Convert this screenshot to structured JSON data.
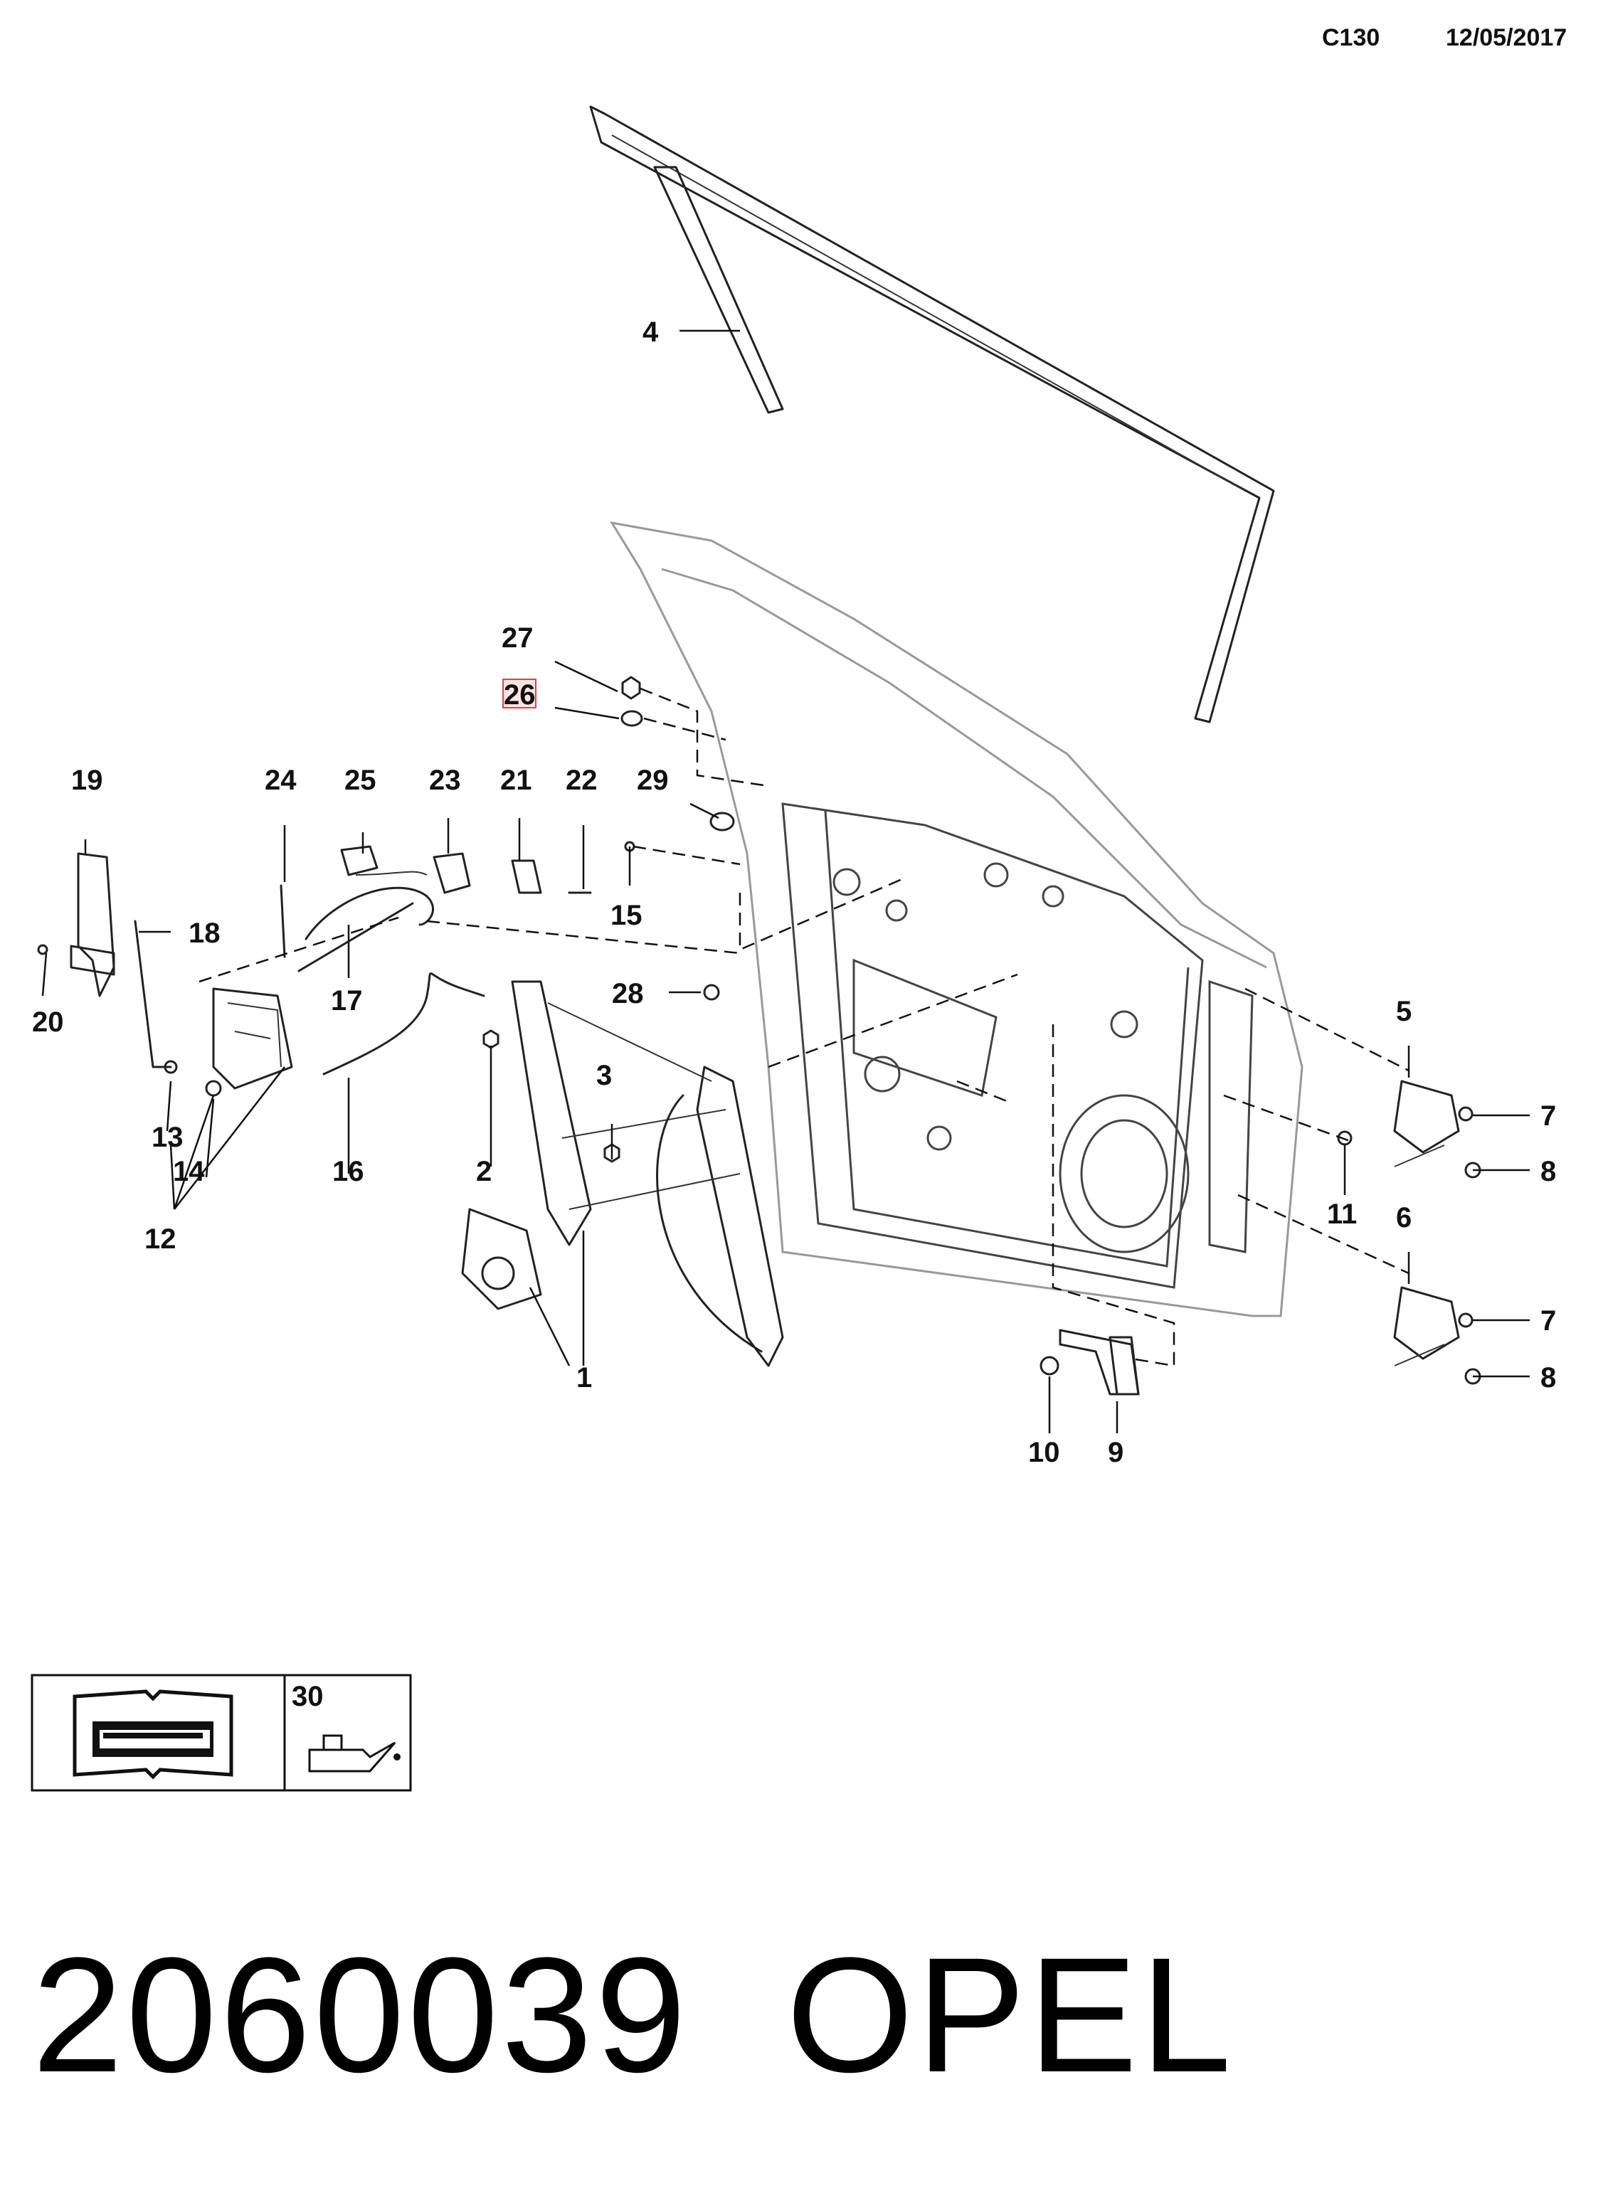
{
  "header": {
    "code": "C130",
    "date": "12/05/2017"
  },
  "callouts": {
    "p1": "1",
    "p2": "2",
    "p3": "3",
    "p4": "4",
    "p5": "5",
    "p6": "6",
    "p7a": "7",
    "p7b": "7",
    "p8a": "8",
    "p8b": "8",
    "p9": "9",
    "p10": "10",
    "p11": "11",
    "p12": "12",
    "p13": "13",
    "p14": "14",
    "p15": "15",
    "p16": "16",
    "p17": "17",
    "p18": "18",
    "p19": "19",
    "p20": "20",
    "p21": "21",
    "p22": "22",
    "p23": "23",
    "p24": "24",
    "p25": "25",
    "p26": "26",
    "p27": "27",
    "p28": "28",
    "p29": "29",
    "p30": "30"
  },
  "legend": {
    "icons": [
      "book-wrench-icon",
      "oil-can-icon"
    ]
  },
  "footer": {
    "part_number": "2060039",
    "brand": "OPEL"
  },
  "highlight": {
    "color": "#d44444"
  }
}
